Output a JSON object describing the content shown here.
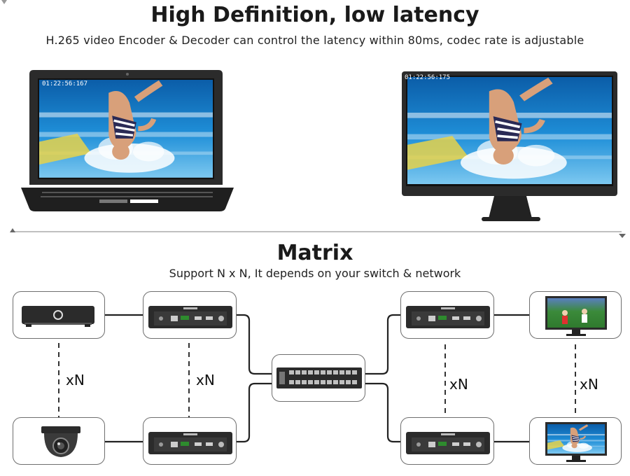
{
  "section1": {
    "title": "High Definition, low latency",
    "subtitle": "H.265 video Encoder & Decoder can control the latency within 80ms, codec rate is adjustable",
    "laptop_timestamp": "01:22:56:167",
    "monitor_timestamp": "01:22:56:175"
  },
  "section2": {
    "title": "Matrix",
    "subtitle": "Support N x N, It depends on your switch & network",
    "multiplier_labels": [
      "xN",
      "xN",
      "xN",
      "xN"
    ]
  },
  "colors": {
    "device_dark": "#2b2b2b",
    "water_blue": "#1f8fd8",
    "link_line": "#222222",
    "divider": "#9a9a9a"
  }
}
